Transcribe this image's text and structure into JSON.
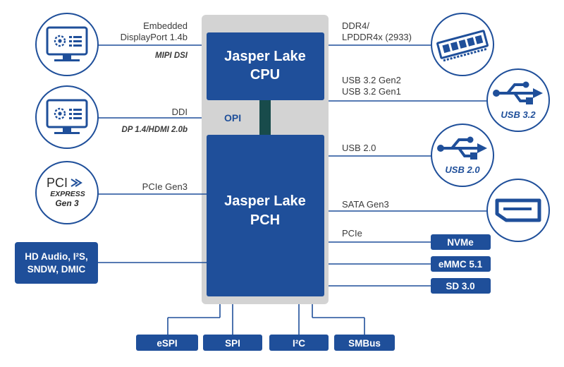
{
  "chips": {
    "cpu": {
      "line1": "Jasper Lake",
      "line2": "CPU"
    },
    "opi": "OPI",
    "pch": {
      "line1": "Jasper Lake",
      "line2": "PCH"
    }
  },
  "left": {
    "display1": {
      "line1": "Embedded",
      "line2": "DisplayPort 1.4b",
      "sub": "MIPI DSI",
      "icon": "monitor-gear-icon"
    },
    "display2": {
      "line1": "DDI",
      "sub": "DP 1.4/HDMI 2.0b",
      "icon": "monitor-gear-icon"
    },
    "pcie": {
      "label": "PCIe Gen3",
      "logo_line1": "PCI",
      "logo_line2": "EXPRESS",
      "logo_line3": "Gen 3"
    },
    "audio": {
      "line1": "HD Audio, I²S,",
      "line2": "SNDW, DMIC"
    }
  },
  "right": {
    "memory": {
      "line1": "DDR4/",
      "line2": "LPDDR4x (2933)",
      "icon": "memory-module-icon"
    },
    "usb32": {
      "line1": "USB 3.2 Gen2",
      "line2": "USB 3.2 Gen1",
      "badge": "USB 3.2",
      "icon": "usb-icon"
    },
    "usb20": {
      "label": "USB 2.0",
      "badge": "USB 2.0",
      "icon": "usb-icon"
    },
    "sata": {
      "label": "SATA Gen3",
      "icon": "sata-connector-icon"
    },
    "pcie": {
      "label": "PCIe"
    },
    "nvme": "NVMe",
    "emmc": "eMMC 5.1",
    "sd": "SD 3.0"
  },
  "bottom": {
    "espi": "eSPI",
    "spi": "SPI",
    "i2c": "I²C",
    "smbus": "SMBus"
  },
  "colors": {
    "blue": "#1f4f9a",
    "gray": "#d3d3d3",
    "opi_bar": "#184b4b",
    "text": "#3a3a3a"
  }
}
